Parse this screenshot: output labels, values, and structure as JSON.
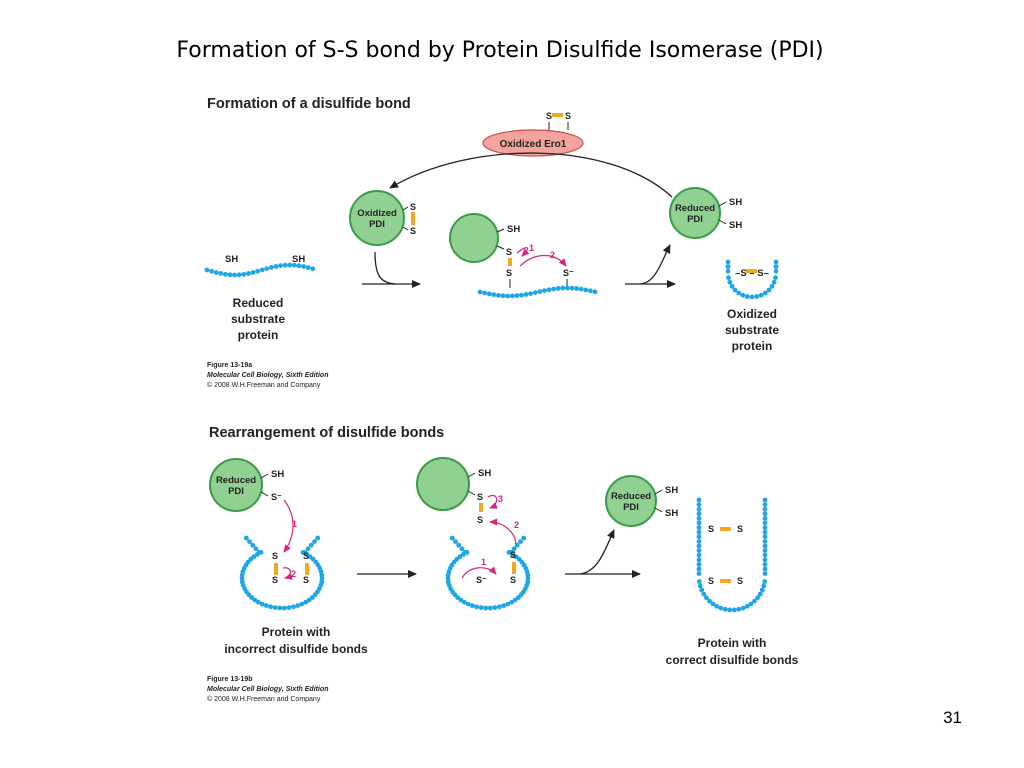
{
  "slide": {
    "title": "Formation of S-S bond by Protein Disulfide Isomerase (PDI)",
    "page_number": "31"
  },
  "colors": {
    "chain": "#1fa6e6",
    "pdi_fill": "#90d090",
    "pdi_stroke": "#3a9a4a",
    "ero_fill": "#f4a49c",
    "ero_stroke": "#c0504d",
    "bond": "#f5a623",
    "arrow_magenta": "#d6257a"
  },
  "panel_a": {
    "heading": "Formation of a disulfide bond",
    "ero1_label": "Oxidized Ero1",
    "s": "S",
    "s_minus": "S⁻",
    "sh": "SH",
    "oxidized_pdi": [
      "Oxidized",
      "PDI"
    ],
    "reduced_pdi": [
      "Reduced",
      "PDI"
    ],
    "reduced_substrate": [
      "Reduced",
      "substrate",
      "protein"
    ],
    "oxidized_substrate": [
      "Oxidized",
      "substrate",
      "protein"
    ],
    "step_1": "1",
    "step_2": "2",
    "ss_bridge": "–S – S–",
    "caption": [
      "Figure 13-19a",
      "Molecular Cell Biology, Sixth Edition",
      "© 2008 W.H.Freeman and Company"
    ]
  },
  "panel_b": {
    "heading": "Rearrangement of disulfide bonds",
    "sh": "SH",
    "s": "S",
    "s_minus": "S⁻",
    "reduced_pdi": [
      "Reduced",
      "PDI"
    ],
    "step_1": "1",
    "step_2": "2",
    "step_3": "3",
    "incorrect_label": [
      "Protein with",
      "incorrect disulfide bonds"
    ],
    "correct_label": [
      "Protein with",
      "correct disulfide bonds"
    ],
    "caption": [
      "Figure 13-19b",
      "Molecular Cell Biology, Sixth Edition",
      "© 2008 W.H.Freeman and Company"
    ]
  }
}
